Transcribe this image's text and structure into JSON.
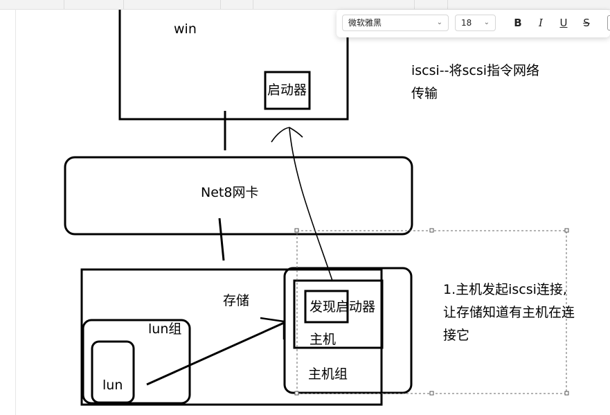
{
  "toolbar": {
    "font_family": "微软雅黑",
    "font_size": "18",
    "bold_label": "B",
    "italic_label": "I",
    "underline_label": "U",
    "strike_label": "S"
  },
  "diagram": {
    "win": {
      "label": "win",
      "initiator_label": "启动器"
    },
    "nic": {
      "label": "Net8网卡"
    },
    "storage": {
      "label": "存储",
      "lun_group_label": "lun组",
      "lun_label": "lun",
      "discover_label": "发现启动器",
      "host_label": "主机",
      "host_group_label": "主机组"
    },
    "note_iscsi": [
      "iscsi--将scsi指令网络",
      "传输"
    ],
    "note_steps": [
      "1.主机发起iscsi连接,",
      "让存储知道有主机在连",
      "接它"
    ]
  }
}
